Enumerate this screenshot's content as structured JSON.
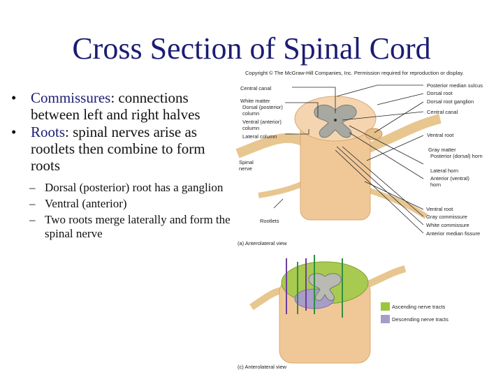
{
  "slide": {
    "title": "Cross Section of Spinal Cord",
    "copyright": "Copyright © The McGraw-Hill Companies, Inc. Permission required for reproduction or display."
  },
  "bullets": [
    {
      "term": "Commissures",
      "rest_line1": ": connections",
      "rest_more": "between left and right halves"
    },
    {
      "term": "Roots",
      "rest_line1": ": spinal nerves arise as",
      "rest_more": "rootlets then combine to form roots"
    }
  ],
  "subbullets": [
    "Dorsal (posterior) root has a ganglion",
    "Ventral (anterior)",
    "Two roots merge laterally and form the spinal nerve"
  ],
  "figure_a": {
    "left_labels": {
      "central_canal": "Central canal",
      "white_matter": "White matter",
      "dorsal_column": "Dorsal (posterior) column",
      "ventral_column": "Ventral (anterior) column",
      "lateral_column": "Lateral column",
      "spinal_nerve": "Spinal nerve",
      "rootlets": "Rootlets"
    },
    "right_labels": {
      "posterior_median_sulcus": "Posterior median sulcus",
      "dorsal_root": "Dorsal root",
      "dorsal_root_ganglion": "Dorsal root ganglion",
      "central_canal": "Central canal",
      "ventral_root_top": "Ventral root",
      "gray_matter": "Gray matter",
      "posterior_horn": "Posterior (dorsal) horn",
      "lateral_horn": "Lateral horn",
      "anterior_horn": "Anterior (ventral) horn",
      "ventral_root": "Ventral root",
      "gray_commissure": "Gray commissure",
      "white_commissure": "White commissure",
      "anterior_median_fissure": "Anterior median fissure"
    },
    "caption": "(a) Anterolateral view"
  },
  "figure_b": {
    "legend_ascending": "Ascending nerve tracts",
    "legend_descending": "Descending nerve tracts",
    "caption": "(c) Anterolateral view"
  },
  "colors": {
    "title": "#1c1c74",
    "white_matter": "#f3cfa6",
    "gray_matter": "#a7a8a0",
    "nerve": "#e8c690",
    "ascending": "#9bc63c",
    "descending": "#a89cc8"
  }
}
